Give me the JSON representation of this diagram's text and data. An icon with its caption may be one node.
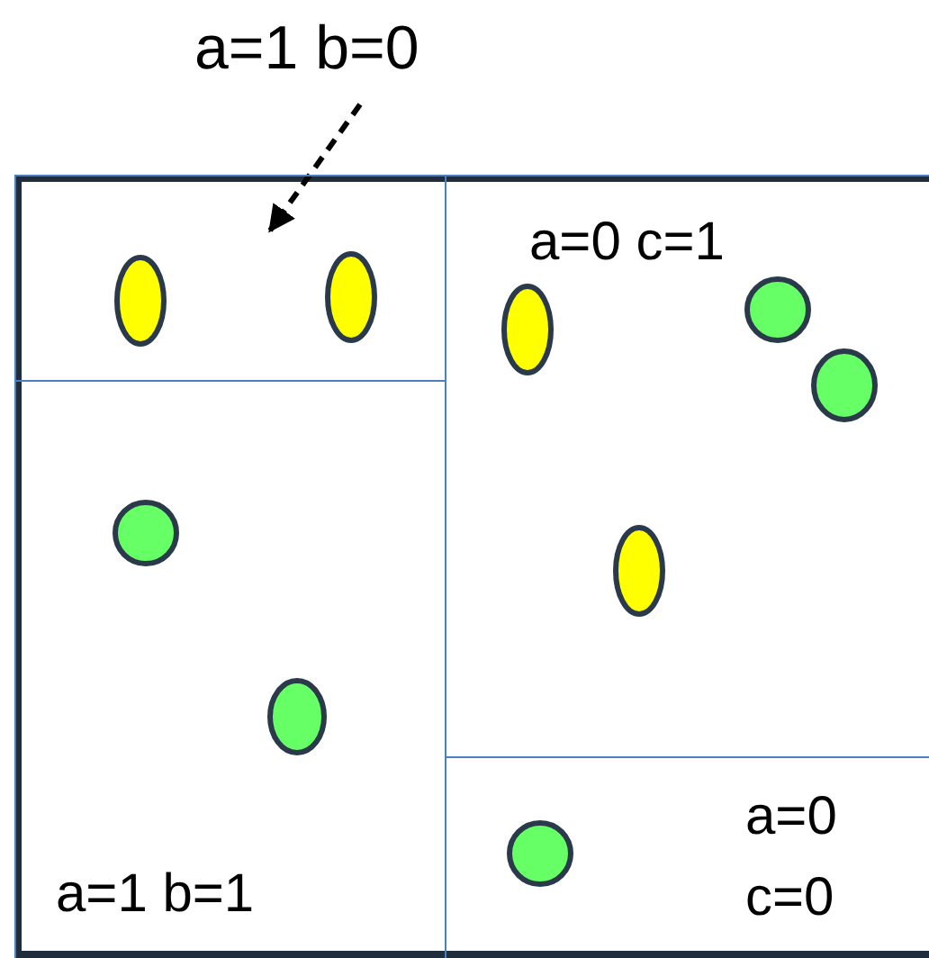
{
  "diagram": {
    "nodes": [
      {
        "text": [
          "a=1 b=0"
        ]
      },
      {
        "text": [],
        "shape": "box"
      },
      {
        "text": [
          "a=1 b=1"
        ]
      },
      {
        "text": [
          "a=0 c=1"
        ]
      },
      {
        "text": [
          "a=0 c=0"
        ]
      }
    ],
    "edges": [
      {
        "from": 0,
        "to": 1,
        "arrow": "to",
        "style": "dashed"
      }
    ]
  }
}
